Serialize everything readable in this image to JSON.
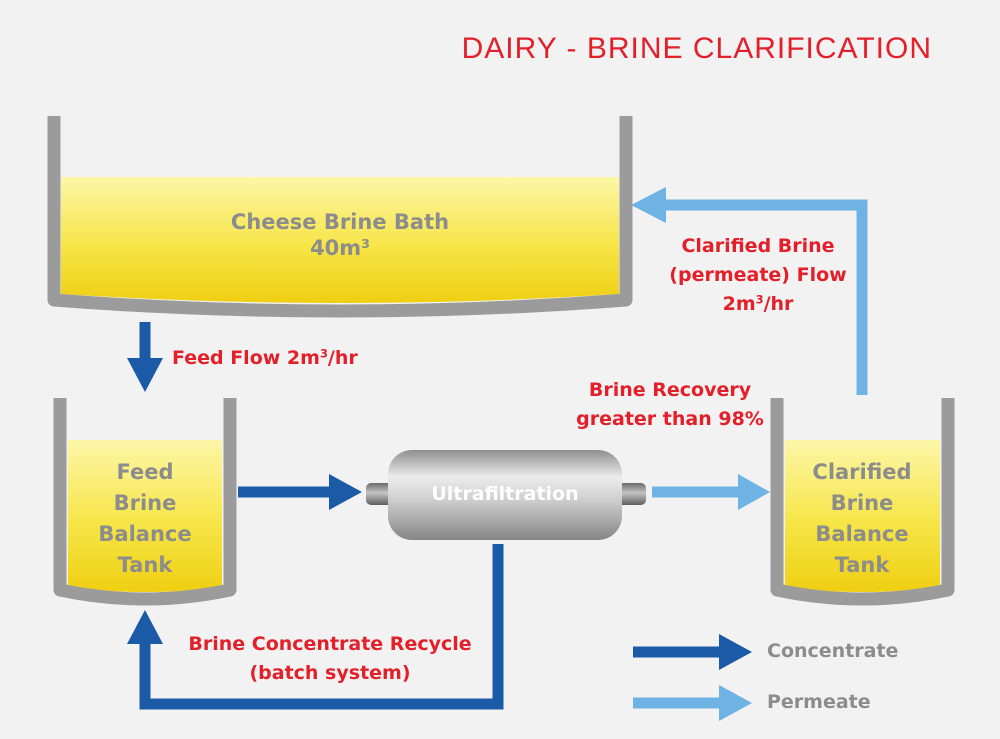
{
  "title": "DAIRY - BRINE CLARIFICATION",
  "colors": {
    "concentrate": "#1b5aa6",
    "permeate": "#6fb2e4",
    "label_red": "#e3202a",
    "tank_gray": "#9a9a9a",
    "brine_yellow": "#f1d81d"
  },
  "nodes": {
    "cheese_bath": {
      "name": "Cheese Brine Bath",
      "volume": "40m",
      "volume_sup": "3"
    },
    "feed_tank": {
      "lines": [
        "Feed",
        "Brine",
        "Balance",
        "Tank"
      ]
    },
    "ultrafiltration": {
      "name": "Ultrafiltration"
    },
    "clarified_tank": {
      "lines": [
        "Clarified",
        "Brine",
        "Balance",
        "Tank"
      ]
    }
  },
  "flows": {
    "feed": {
      "label": "Feed Flow 2m",
      "sup": "3",
      "suffix": "/hr"
    },
    "clarified": {
      "line1": "Clarified Brine",
      "line2": "(permeate) Flow",
      "line3_pre": "2m",
      "line3_sup": "3",
      "line3_suffix": "/hr"
    },
    "recovery": {
      "line1": "Brine Recovery",
      "line2": "greater than 98%"
    },
    "recycle": {
      "line1": "Brine Concentrate Recycle",
      "line2": "(batch system)"
    }
  },
  "legend": {
    "concentrate": "Concentrate",
    "permeate": "Permeate"
  }
}
